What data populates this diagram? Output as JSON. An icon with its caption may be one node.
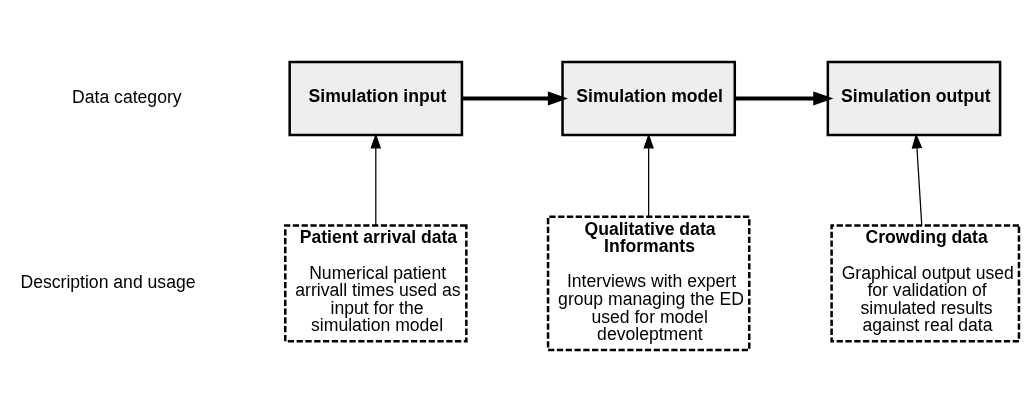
{
  "diagram": {
    "nodes": [
      {
        "text": [
          "Simulation input"
        ]
      },
      {
        "text": [
          "Simulation model"
        ]
      },
      {
        "text": [
          "Simulation output"
        ]
      },
      {
        "text": [
          "Patient arrival data",
          "Numerical patient arrivall times used as input for the simulation model"
        ]
      },
      {
        "text": [
          "Qualitative data Informants",
          "Interviews with expert group managing the ED used for model devoleptment"
        ]
      },
      {
        "text": [
          "Crowding data",
          "Graphical output used for validation of simulated results against real data"
        ]
      }
    ],
    "edges": [
      {
        "from": 0,
        "to": 1,
        "arrow": "to",
        "style": "thick"
      },
      {
        "from": 1,
        "to": 2,
        "arrow": "to",
        "style": "thick"
      },
      {
        "from": 3,
        "to": 0,
        "arrow": "to"
      },
      {
        "from": 4,
        "to": 1,
        "arrow": "to"
      },
      {
        "from": 5,
        "to": 2,
        "arrow": "to"
      }
    ],
    "labels": [
      "Data category",
      "Description and usage"
    ]
  }
}
